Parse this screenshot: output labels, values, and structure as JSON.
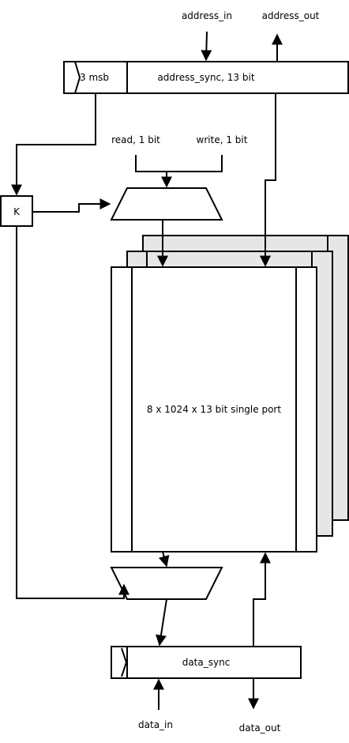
{
  "labels": {
    "address_in": "address_in",
    "address_out": "address_out",
    "msb": "3 msb",
    "address_sync": "address_sync, 13 bit",
    "read": "read, 1 bit",
    "write": "write, 1 bit",
    "k": "K",
    "memory": "8 x 1024 x 13 bit single port",
    "data_sync": "data_sync",
    "data_in": "data_in",
    "data_out": "data_out"
  },
  "colors": {
    "stroke": "#000000",
    "fill": "#ffffff",
    "shadow_fill": "#e6e6e6"
  }
}
